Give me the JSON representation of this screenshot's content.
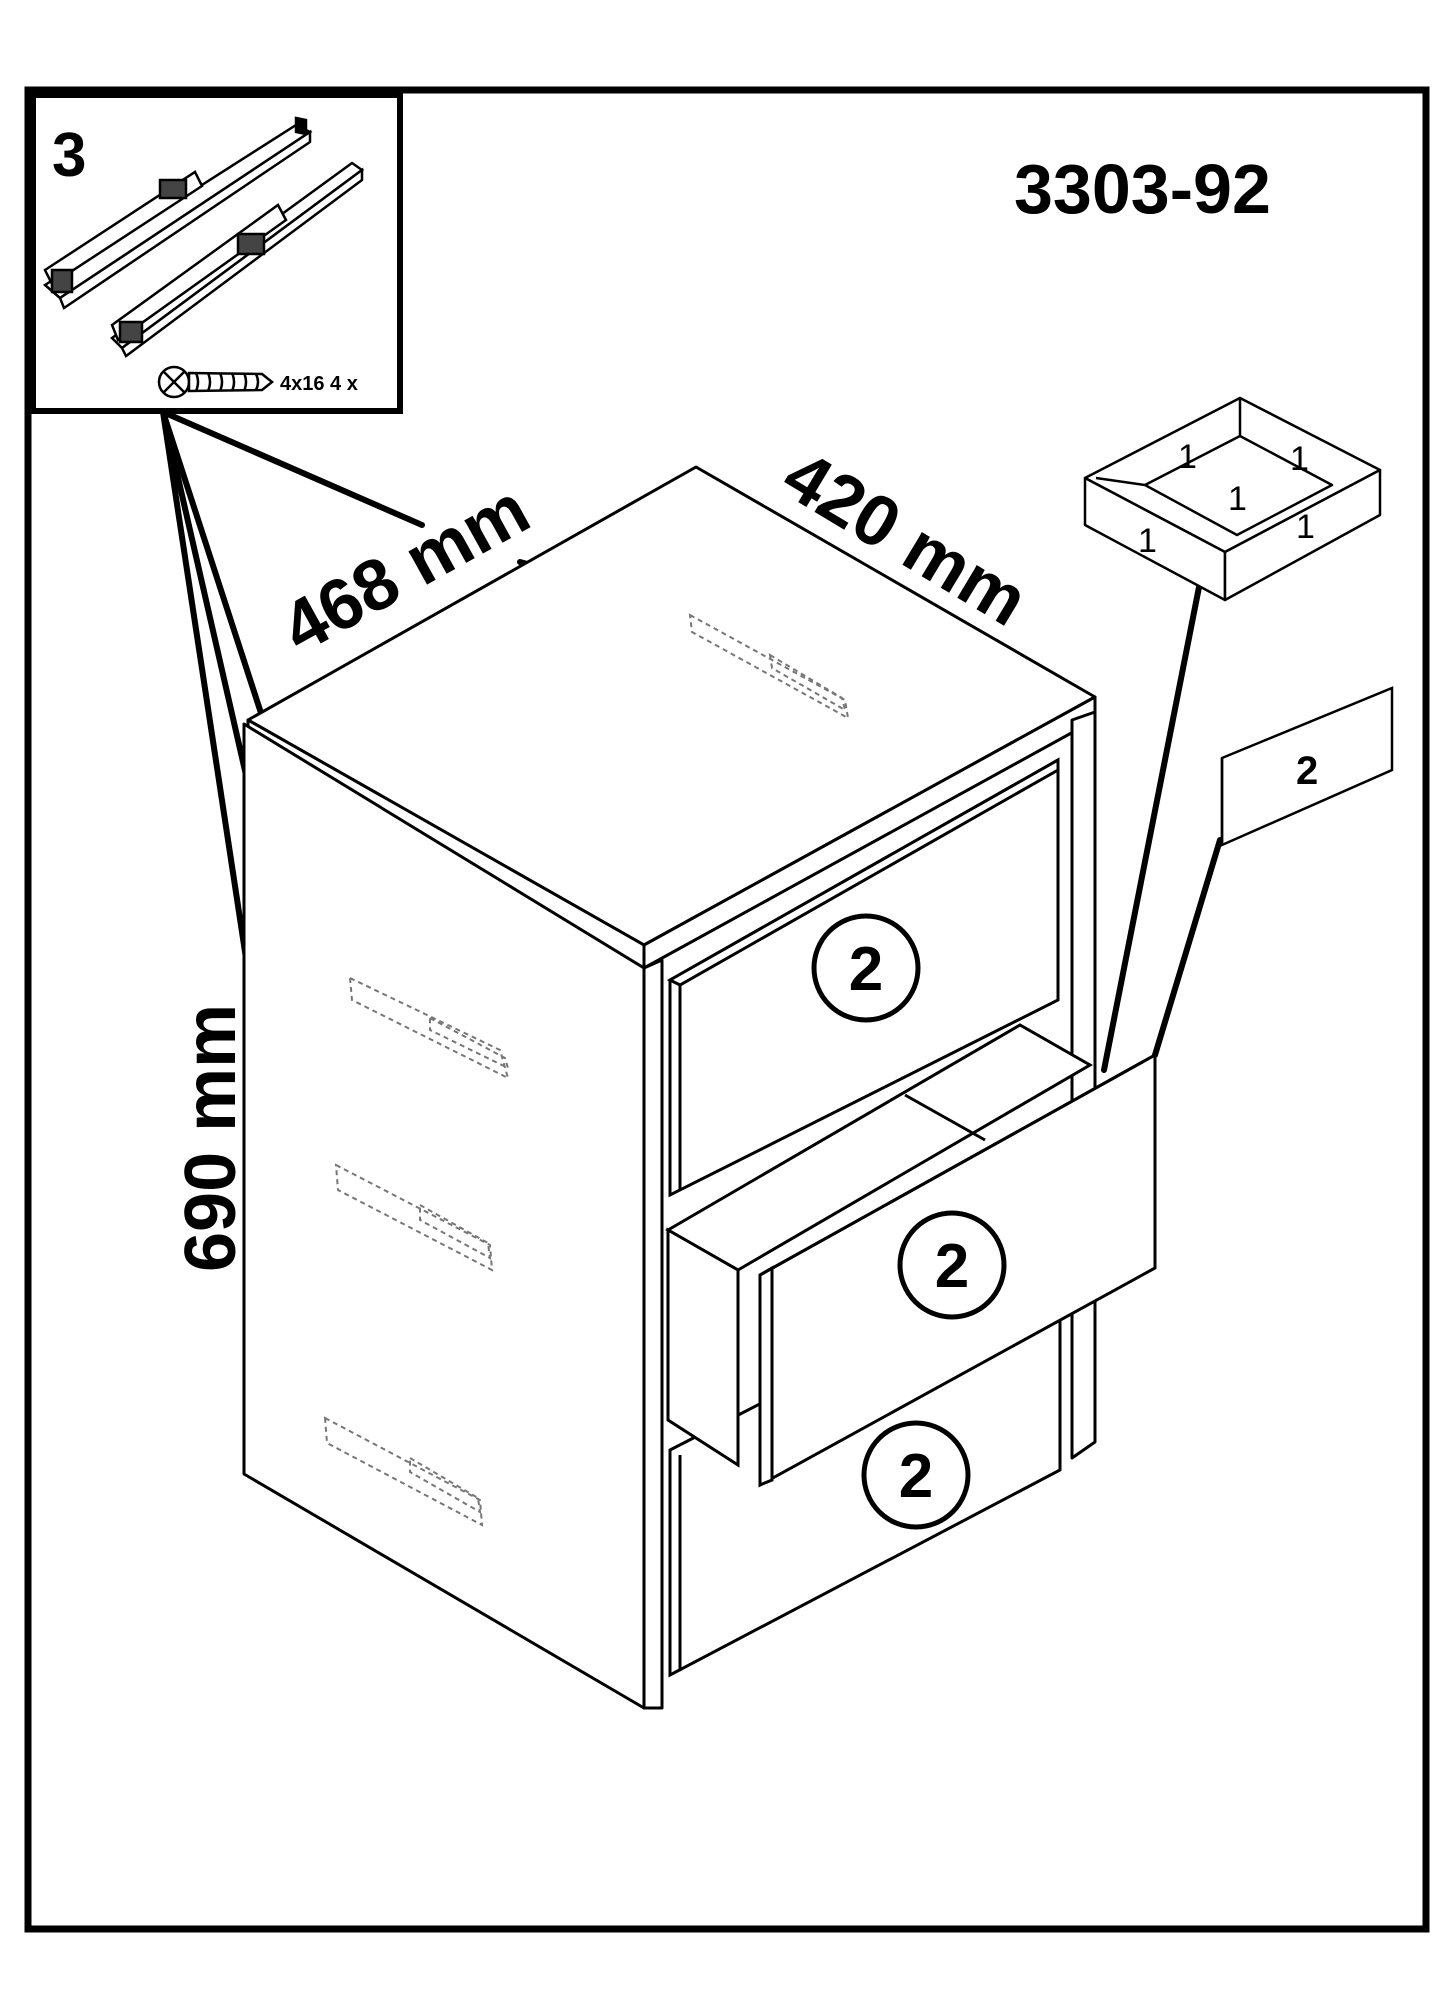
{
  "step": {
    "number": "3"
  },
  "model_code": "3303-92",
  "hardware": {
    "screw_spec": "4x16 4 x"
  },
  "dimensions": {
    "width": "468 mm",
    "depth": "420 mm",
    "height": "690 mm"
  },
  "part_labels": {
    "drawer_top": "2",
    "drawer_middle": "2",
    "drawer_bottom": "2",
    "front_panel": "2",
    "box_back": "1",
    "box_right": "1",
    "box_bottom": "1",
    "box_left": "1",
    "box_front": "1"
  }
}
